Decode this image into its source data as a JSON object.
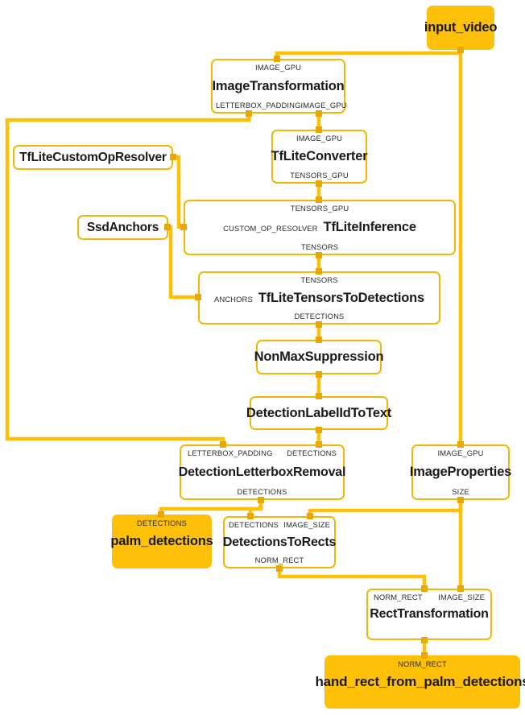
{
  "graph": {
    "type": "calculator-graph",
    "accent_color": "#F2B705",
    "filled_color": "#FFC107",
    "port_color": "#E8A704",
    "nodes": [
      {
        "id": "input_video",
        "label": "input_video",
        "style": "filled",
        "inputs": [],
        "outputs": []
      },
      {
        "id": "image_transformation",
        "label": "ImageTransformation",
        "style": "outline",
        "inputs": [
          "IMAGE_GPU"
        ],
        "outputs": [
          "LETTERBOX_PADDING",
          "IMAGE_GPU"
        ]
      },
      {
        "id": "tflite_custom_op_resolver",
        "label": "TfLiteCustomOpResolver",
        "style": "outline",
        "inputs": [],
        "outputs": []
      },
      {
        "id": "tflite_converter",
        "label": "TfLiteConverter",
        "style": "outline",
        "inputs": [
          "IMAGE_GPU"
        ],
        "outputs": [
          "TENSORS_GPU"
        ]
      },
      {
        "id": "ssd_anchors",
        "label": "SsdAnchors",
        "style": "outline",
        "inputs": [],
        "outputs": []
      },
      {
        "id": "tflite_inference",
        "label": "TfLiteInference",
        "style": "outline",
        "inputs": [
          "TENSORS_GPU",
          "CUSTOM_OP_RESOLVER"
        ],
        "outputs": [
          "TENSORS"
        ]
      },
      {
        "id": "tflite_tensors_to_detections",
        "label": "TfLiteTensorsToDetections",
        "style": "outline",
        "inputs": [
          "TENSORS",
          "ANCHORS"
        ],
        "outputs": [
          "DETECTIONS"
        ]
      },
      {
        "id": "non_max_suppression",
        "label": "NonMaxSuppression",
        "style": "outline",
        "inputs": [],
        "outputs": []
      },
      {
        "id": "detection_label_id_to_text",
        "label": "DetectionLabelIdToText",
        "style": "outline",
        "inputs": [],
        "outputs": []
      },
      {
        "id": "detection_letterbox_removal",
        "label": "DetectionLetterboxRemoval",
        "style": "outline",
        "inputs": [
          "LETTERBOX_PADDING",
          "DETECTIONS"
        ],
        "outputs": [
          "DETECTIONS"
        ]
      },
      {
        "id": "image_properties",
        "label": "ImageProperties",
        "style": "outline",
        "inputs": [
          "IMAGE_GPU"
        ],
        "outputs": [
          "SIZE"
        ]
      },
      {
        "id": "palm_detections",
        "label": "palm_detections",
        "style": "filled",
        "inputs": [
          "DETECTIONS"
        ],
        "outputs": []
      },
      {
        "id": "detections_to_rects",
        "label": "DetectionsToRects",
        "style": "outline",
        "inputs": [
          "DETECTIONS",
          "IMAGE_SIZE"
        ],
        "outputs": [
          "NORM_RECT"
        ]
      },
      {
        "id": "rect_transformation",
        "label": "RectTransformation",
        "style": "outline",
        "inputs": [
          "NORM_RECT",
          "IMAGE_SIZE"
        ],
        "outputs": [
          "NORM_RECT"
        ]
      },
      {
        "id": "hand_rect_from_palm_detections",
        "label": "hand_rect_from_palm_detections",
        "style": "filled",
        "inputs": [
          "NORM_RECT"
        ],
        "outputs": []
      }
    ],
    "labels": {
      "input_video": "input_video",
      "image_transformation": "ImageTransformation",
      "tflite_custom_op_resolver": "TfLiteCustomOpResolver",
      "tflite_converter": "TfLiteConverter",
      "ssd_anchors": "SsdAnchors",
      "tflite_inference": "TfLiteInference",
      "tflite_tensors_to_detections": "TfLiteTensorsToDetections",
      "non_max_suppression": "NonMaxSuppression",
      "detection_label_id_to_text": "DetectionLabelIdToText",
      "detection_letterbox_removal": "DetectionLetterboxRemoval",
      "image_properties": "ImageProperties",
      "palm_detections": "palm_detections",
      "detections_to_rects": "DetectionsToRects",
      "rect_transformation": "RectTransformation",
      "hand_rect_from_palm_detections": "hand_rect_from_palm_detections"
    },
    "ports": {
      "image_gpu": "IMAGE_GPU",
      "letterbox_padding": "LETTERBOX_PADDING",
      "tensors_gpu": "TENSORS_GPU",
      "tensors": "TENSORS",
      "detections": "DETECTIONS",
      "anchors": "ANCHORS",
      "custom_op_resolver": "CUSTOM_OP_RESOLVER",
      "size": "SIZE",
      "image_size": "IMAGE_SIZE",
      "norm_rect": "NORM_RECT"
    }
  }
}
